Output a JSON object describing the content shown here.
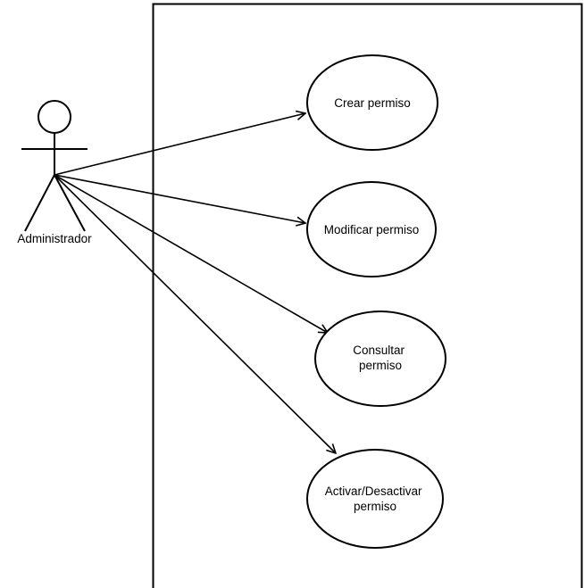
{
  "actor": {
    "name": "Administrador"
  },
  "use_cases": [
    {
      "id": "crear",
      "lines": [
        "Crear permiso"
      ]
    },
    {
      "id": "modificar",
      "lines": [
        "Modificar permiso"
      ]
    },
    {
      "id": "consultar",
      "lines": [
        "Consultar",
        "permiso"
      ]
    },
    {
      "id": "activar",
      "lines": [
        "Activar/Desactivar",
        "permiso"
      ]
    }
  ],
  "colors": {
    "stroke": "#000000",
    "background": "#ffffff"
  }
}
